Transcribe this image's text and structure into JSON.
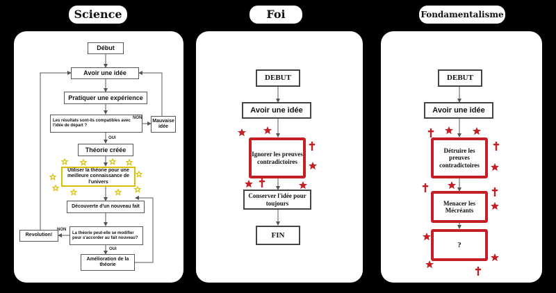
{
  "titles": {
    "science": "Science",
    "foi": "Foi",
    "fondamentalisme": "Fondamentalisme"
  },
  "science": {
    "debut": "Début",
    "idee": "Avoir une idée",
    "experience": "Pratiquer une expérience",
    "question1": "Les résultats sont-ils compatibles avec l'idée de départ ?",
    "non1": "NON",
    "mauvaise": "Mauvaise idée",
    "oui1": "OUI",
    "theorie": "Théorie créée",
    "utiliser": "Utiliser la théorie pour une meilleure connaissance de l'univers",
    "decouverte": "Découverte d'un nouveau fait",
    "question2": "La théorie peut-elle se modifier pour s'accorder au fait nouveau?",
    "non2": "NON",
    "oui2": "OUI",
    "revolution": "Revolution!",
    "amelioration": "Amélioration de la théorie"
  },
  "foi": {
    "debut": "DEBUT",
    "idee": "Avoir une idée",
    "ignorer": "Ignorer les preuves contradictoires",
    "conserver": "Conserver l'idée pour toujours",
    "fin": "FIN"
  },
  "fond": {
    "debut": "DEBUT",
    "idee": "Avoir une idée",
    "detruire": "Détruire les preuves contradictoires",
    "menacer": "Menacer les Mécréants",
    "question": "?"
  },
  "colors": {
    "red": "#c41f25",
    "yellow": "#d8c000",
    "background": "#000000",
    "panel": "#ffffff"
  },
  "icons": [
    "star-icon",
    "crescent-icon",
    "cross-icon"
  ]
}
